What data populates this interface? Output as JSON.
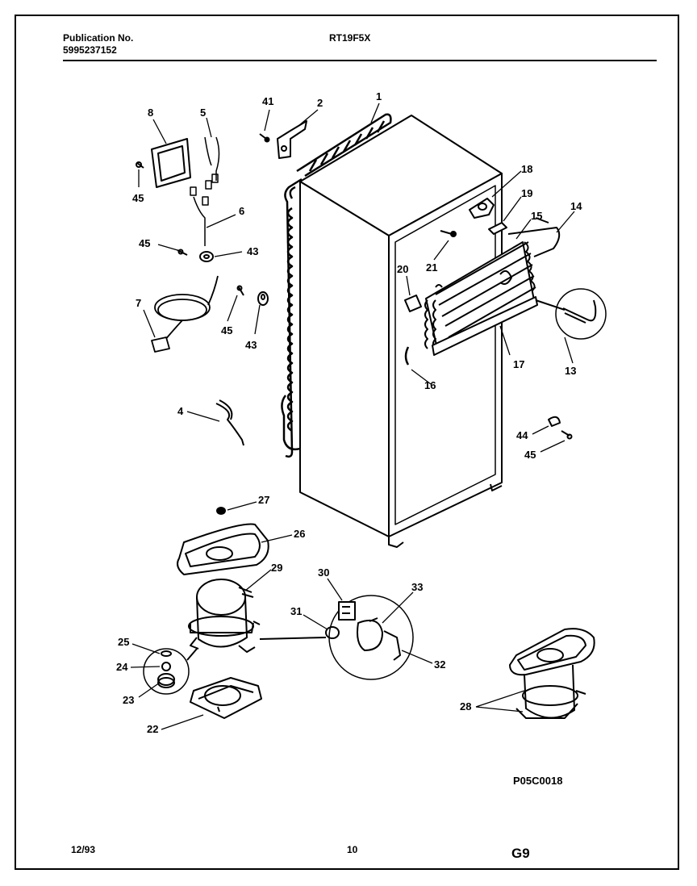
{
  "header": {
    "publication_label": "Publication No.",
    "publication_number": "5995237152",
    "model": "RT19F5X"
  },
  "footer": {
    "date": "12/93",
    "page": "10",
    "section": "G9",
    "figure_code": "P05C0018"
  },
  "callouts": [
    "1",
    "2",
    "41",
    "8",
    "5",
    "45",
    "6",
    "45",
    "43",
    "7",
    "45",
    "43",
    "4",
    "18",
    "19",
    "14",
    "15",
    "21",
    "20",
    "17",
    "13",
    "16",
    "44",
    "45",
    "27",
    "26",
    "29",
    "30",
    "33",
    "31",
    "32",
    "25",
    "24",
    "23",
    "22",
    "28"
  ]
}
